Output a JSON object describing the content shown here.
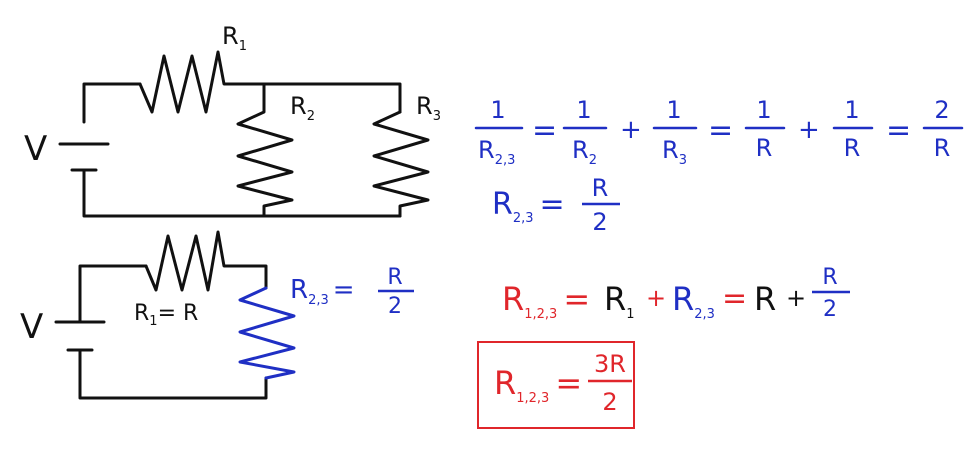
{
  "colors": {
    "ink": "#111111",
    "blue": "#1f2fc4",
    "red": "#e0262b"
  },
  "circuit1": {
    "source": "V",
    "r1": {
      "main": "R",
      "sub": "1"
    },
    "r2": {
      "main": "R",
      "sub": "2"
    },
    "r3": {
      "main": "R",
      "sub": "3"
    }
  },
  "circuit2": {
    "source": "V",
    "r1": {
      "main": "R",
      "sub": "1",
      "eq": "= R"
    },
    "r23": {
      "main": "R",
      "sub": "2,3",
      "eq": "=",
      "num": "R",
      "den": "2"
    }
  },
  "eq1": {
    "t1": {
      "num": "1",
      "den_main": "R",
      "den_sub": "2,3"
    },
    "t2": {
      "num": "1",
      "den_main": "R",
      "den_sub": "2"
    },
    "t3": {
      "num": "1",
      "den_main": "R",
      "den_sub": "3"
    },
    "t4": {
      "num": "1",
      "den": "R"
    },
    "t5": {
      "num": "1",
      "den": "R"
    },
    "t6": {
      "num": "2",
      "den": "R"
    },
    "eq": "=",
    "plus": "+"
  },
  "eq2": {
    "main": "R",
    "sub": "2,3",
    "eq": "=",
    "num": "R",
    "den": "2"
  },
  "eq3": {
    "lhs_main": "R",
    "lhs_sub": "1,2,3",
    "eq": "=",
    "a_main": "R",
    "a_sub": "1",
    "plus": "+",
    "b_main": "R",
    "b_sub": "2,3",
    "c": "R",
    "num": "R",
    "den": "2"
  },
  "result": {
    "main": "R",
    "sub": "1,2,3",
    "eq": "=",
    "num": "3R",
    "den": "2"
  }
}
